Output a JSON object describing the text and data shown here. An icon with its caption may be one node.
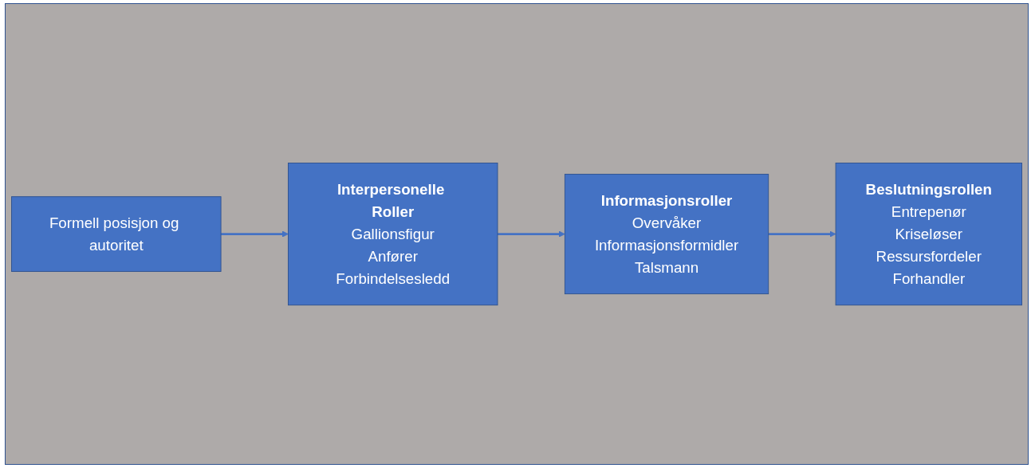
{
  "diagram": {
    "nodes": [
      {
        "text": [
          "Formell posisjon og autoritet"
        ]
      },
      {
        "text": [
          "Interpersonelle Roller",
          "Gallionsfigur",
          "Anfører",
          "Forbindelsesledd"
        ]
      },
      {
        "text": [
          "Informasjonsroller",
          "Overvåker",
          "Informasjonsformidler",
          "Talsmann"
        ]
      },
      {
        "text": [
          "Beslutningsrollen",
          "Entrepenør",
          "Kriseløser",
          "Ressursfordeler",
          "Forhandler"
        ]
      }
    ],
    "edges": [
      {
        "from": 0,
        "to": 1,
        "arrow": "to"
      },
      {
        "from": 1,
        "to": 2,
        "arrow": "to"
      },
      {
        "from": 2,
        "to": 3,
        "arrow": "to"
      }
    ]
  }
}
